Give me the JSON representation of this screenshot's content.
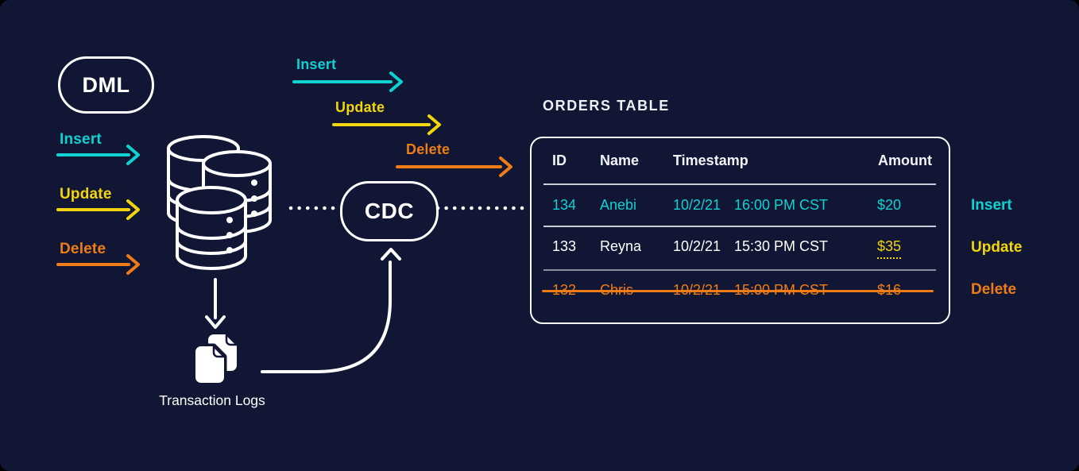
{
  "colors": {
    "bg": "#111634",
    "cyan": "#0ed2d2",
    "yellow": "#f2d60b",
    "orange": "#ef7d17",
    "separator": "#c9ced8",
    "separator_dim": "#8a90a3"
  },
  "dml_box": {
    "label": "DML"
  },
  "left_operations": [
    {
      "label": "Insert",
      "color": "cyan"
    },
    {
      "label": "Update",
      "color": "yellow"
    },
    {
      "label": "Delete",
      "color": "orange"
    }
  ],
  "stream_operations": [
    {
      "label": "Insert",
      "color": "cyan"
    },
    {
      "label": "Update",
      "color": "yellow"
    },
    {
      "label": "Delete",
      "color": "orange"
    }
  ],
  "cdc_node": {
    "label": "CDC"
  },
  "transaction_logs": {
    "label": "Transaction Logs"
  },
  "orders_table": {
    "title": "ORDERS TABLE",
    "columns": [
      "ID",
      "Name",
      "Timestamp",
      "Amount"
    ],
    "rows": [
      {
        "id": "134",
        "name": "Anebi",
        "date": "10/2/21",
        "time": "16:00 PM CST",
        "amount": "$20",
        "operation": "Insert"
      },
      {
        "id": "133",
        "name": "Reyna",
        "date": "10/2/21",
        "time": "15:30 PM CST",
        "amount": "$35",
        "operation": "Update"
      },
      {
        "id": "132",
        "name": "Chris",
        "date": "10/2/21",
        "time": "15:00 PM CST",
        "amount": "$16",
        "operation": "Delete"
      }
    ]
  }
}
